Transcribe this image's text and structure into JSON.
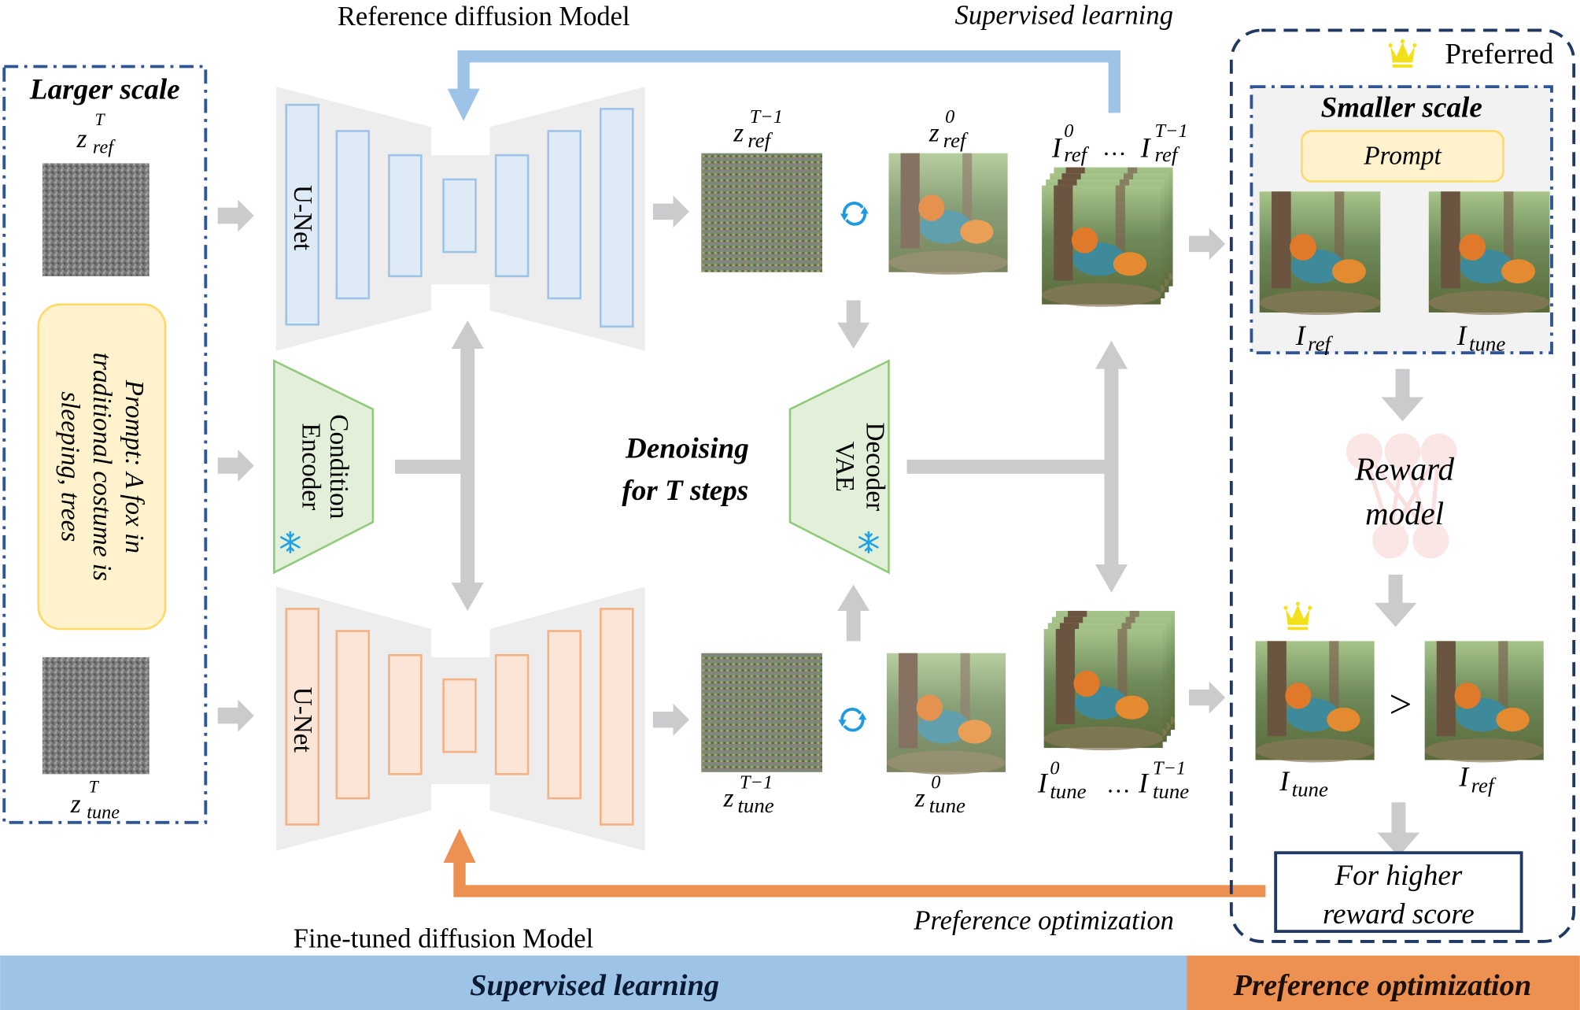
{
  "titles": {
    "reference_model": "Reference diffusion Model",
    "finetuned_model": "Fine-tuned diffusion Model",
    "supervised_arrow": "Supervised learning",
    "preference_arrow": "Preference optimization"
  },
  "left_panel": {
    "title": "Larger scale",
    "z_ref_T": {
      "base": "z",
      "sup": "T",
      "sub": "ref"
    },
    "z_tune_T": {
      "base": "z",
      "sup": "T",
      "sub": "tune"
    },
    "prompt_lines": [
      "Prompt:  A fox in",
      "traditional costume is",
      "sleeping, trees"
    ]
  },
  "modules": {
    "unet_top": "U-Net",
    "unet_bottom": "U-Net",
    "condition_encoder": [
      "Condition",
      "Encoder"
    ],
    "vae_decoder": [
      "VAE",
      "Decoder"
    ],
    "denoising": [
      "Denoising",
      "for T steps"
    ]
  },
  "latents": {
    "z_ref_T1": {
      "base": "z",
      "sup": "T−1",
      "sub": "ref"
    },
    "z_ref_0": {
      "base": "z",
      "sup": "0",
      "sub": "ref"
    },
    "I_ref_seq": {
      "a_sup": "0",
      "a_sub": "ref",
      "sep": "…",
      "b_sup": "T−1",
      "b_sub": "ref",
      "base": "I"
    },
    "z_tune_T1": {
      "base": "z",
      "sup": "T−1",
      "sub": "tune"
    },
    "z_tune_0": {
      "base": "z",
      "sup": "0",
      "sub": "tune"
    },
    "I_tune_seq": {
      "a_sup": "0",
      "a_sub": "tune",
      "sep": "…",
      "b_sup": "T−1",
      "b_sub": "tune",
      "base": "I"
    }
  },
  "right_panel": {
    "preferred_label": "Preferred",
    "smaller_scale": "Smaller scale",
    "prompt": "Prompt",
    "I_ref": {
      "base": "I",
      "sub": "ref"
    },
    "I_tune": {
      "base": "I",
      "sub": "tune"
    },
    "reward_model": [
      "Reward",
      "model"
    ],
    "comparison": ">",
    "higher_reward": [
      "For higher",
      "reward score"
    ]
  },
  "footer": {
    "supervised": "Supervised learning",
    "preference": "Preference optimization"
  },
  "colors": {
    "blue": "#9dc3e6",
    "orange": "#ed9152",
    "green_fill": "#e2f0d9",
    "green_stroke": "#8fc97a",
    "gray_arrow": "#cbcbcd",
    "dash_navy": "#1f3864",
    "prompt_fill": "#fff2cc",
    "prompt_stroke": "#ffd966",
    "crown": "#f2e01a",
    "cycle": "#1e9ae0"
  }
}
